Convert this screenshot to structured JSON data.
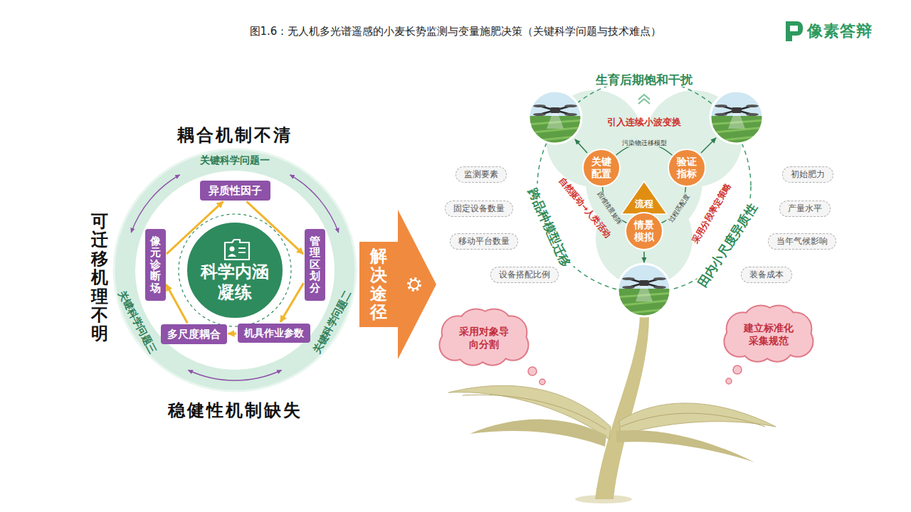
{
  "diagram": {
    "title": "图1.6：无人机多光谱遥感的小麦长势监测与变量施肥决策（关键科学问题与技术难点）",
    "nodes": [
      {
        "text": [
          "科学内涵凝练"
        ]
      },
      {
        "text": [
          "异质性因子"
        ]
      },
      {
        "text": [
          "管理区划分"
        ]
      },
      {
        "text": [
          "机具作业参数"
        ]
      },
      {
        "text": [
          "多尺度耦合"
        ]
      },
      {
        "text": [
          "像元诊断场"
        ]
      },
      {
        "text": [
          "解决途径"
        ]
      },
      {
        "text": [
          "流程"
        ]
      },
      {
        "text": [
          "关键配置"
        ]
      },
      {
        "text": [
          "验证指标"
        ]
      },
      {
        "text": [
          "情景模拟"
        ]
      },
      {
        "text": [
          "监测要素"
        ]
      },
      {
        "text": [
          "固定设备数量"
        ]
      },
      {
        "text": [
          "移动平台数量"
        ]
      },
      {
        "text": [
          "设备搭配比例"
        ]
      },
      {
        "text": [
          "初始肥力"
        ]
      },
      {
        "text": [
          "产量水平"
        ]
      },
      {
        "text": [
          "当年气候影响"
        ]
      },
      {
        "text": [
          "装备成本"
        ]
      },
      {
        "text": [
          "采用对象导向分割"
        ]
      },
      {
        "text": [
          "建立标准化采集规范"
        ]
      }
    ],
    "edges": [
      {
        "from": 1,
        "to": 2,
        "arrow": "to"
      },
      {
        "from": 2,
        "to": 3,
        "arrow": "to"
      },
      {
        "from": 3,
        "to": 4,
        "arrow": "to"
      },
      {
        "from": 4,
        "to": 5,
        "arrow": "to"
      },
      {
        "from": 5,
        "to": 1,
        "arrow": "to"
      },
      {
        "from": 8,
        "to": 9,
        "label": "污染物迁移模型",
        "arrow": "none"
      },
      {
        "from": 8,
        "to": 10,
        "label": "四维情景矩阵",
        "arrow": "none"
      },
      {
        "from": 9,
        "to": 10,
        "label": "过程匹配度",
        "arrow": "none"
      }
    ],
    "labels": [
      "像素答辩",
      "耦合机制不清",
      "可迁移机理不明",
      "稳健性机制缺失",
      "关键科学问题一",
      "关键科学问题二",
      "关键科学问题三",
      "生育后期饱和干扰",
      "引入连续小波变换",
      "自然驱动→人类活动",
      "采用分段率定策略",
      "跨品种模型迁移",
      "田内小尺度异质性"
    ]
  }
}
